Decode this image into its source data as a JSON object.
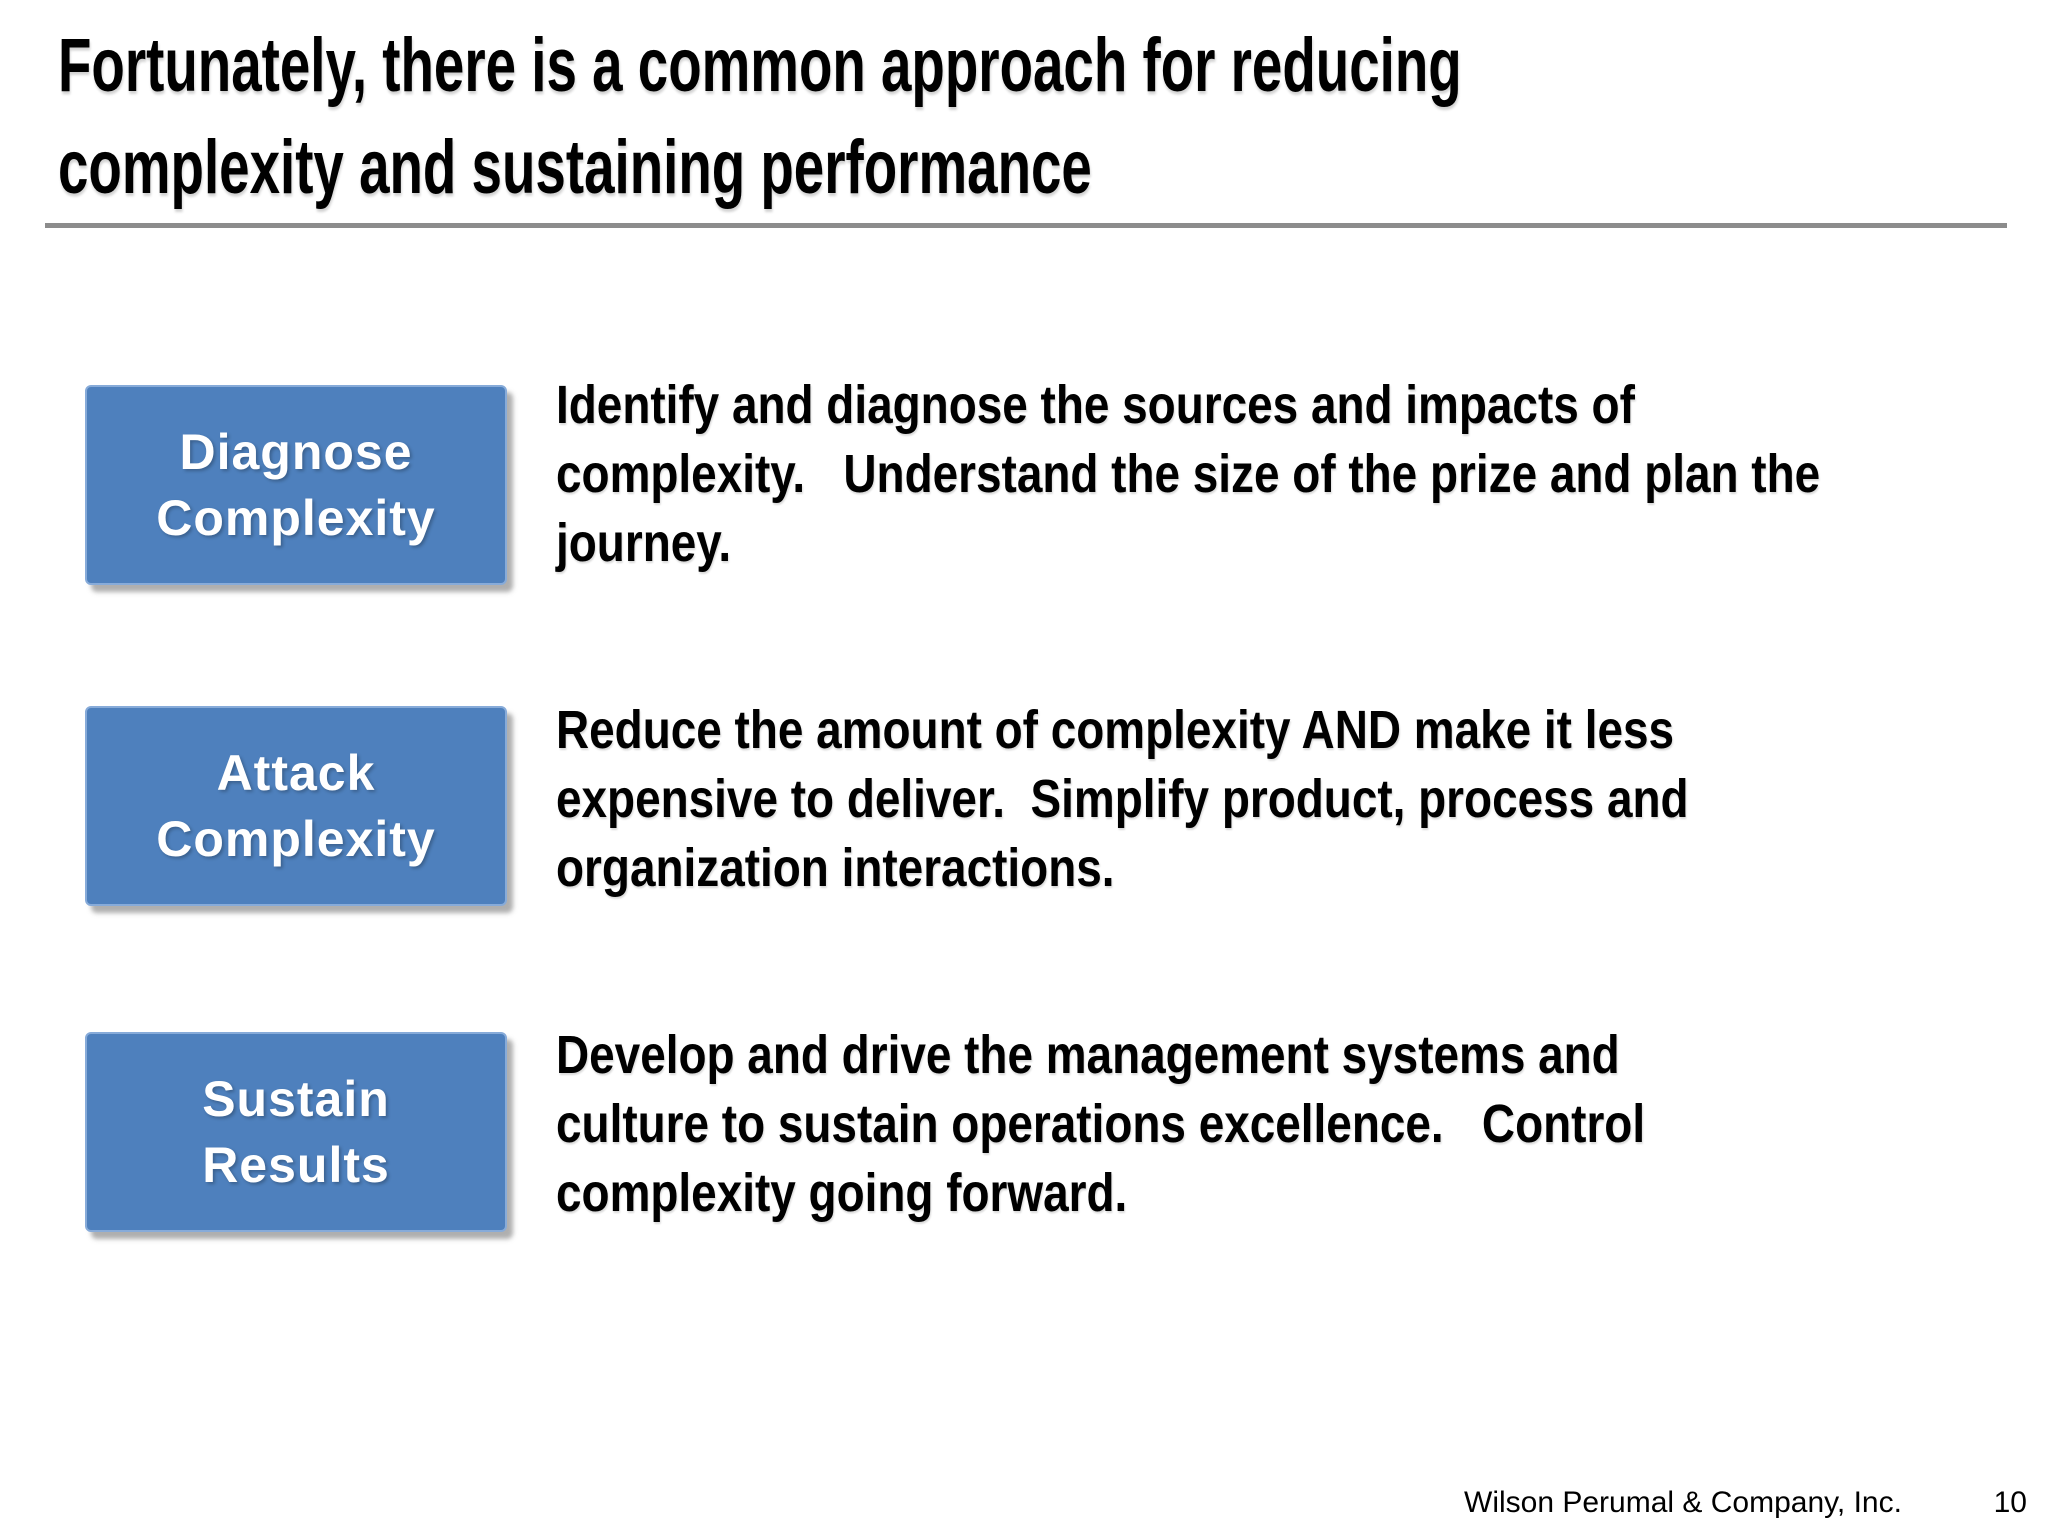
{
  "slide": {
    "title": {
      "line1": "Fortunately, there is a common approach for reducing",
      "line2": "complexity and sustaining performance"
    },
    "steps": [
      {
        "box": {
          "line1": "Diagnose",
          "line2": "Complexity"
        },
        "desc": {
          "line1": "Identify and diagnose the sources and impacts of",
          "line2": "complexity.   Understand the size of the prize and plan the",
          "line3": "journey."
        }
      },
      {
        "box": {
          "line1": "Attack",
          "line2": "Complexity"
        },
        "desc": {
          "line1": "Reduce the amount of complexity AND make it less",
          "line2": "expensive to deliver.  Simplify product, process and",
          "line3": "organization interactions."
        }
      },
      {
        "box": {
          "line1": "Sustain",
          "line2": "Results"
        },
        "desc": {
          "line1": "Develop and drive the management systems and",
          "line2": "culture to sustain operations excellence.   Control",
          "line3": "complexity going forward."
        }
      }
    ],
    "footer": {
      "company": "Wilson Perumal & Company, Inc.",
      "page": "10"
    },
    "colors": {
      "box_blue": "#4e80bd",
      "box_border": "#87abd9",
      "rule_gray": "#8c8c8c",
      "text_black": "#000000",
      "box_text_white": "#ffffff"
    }
  }
}
